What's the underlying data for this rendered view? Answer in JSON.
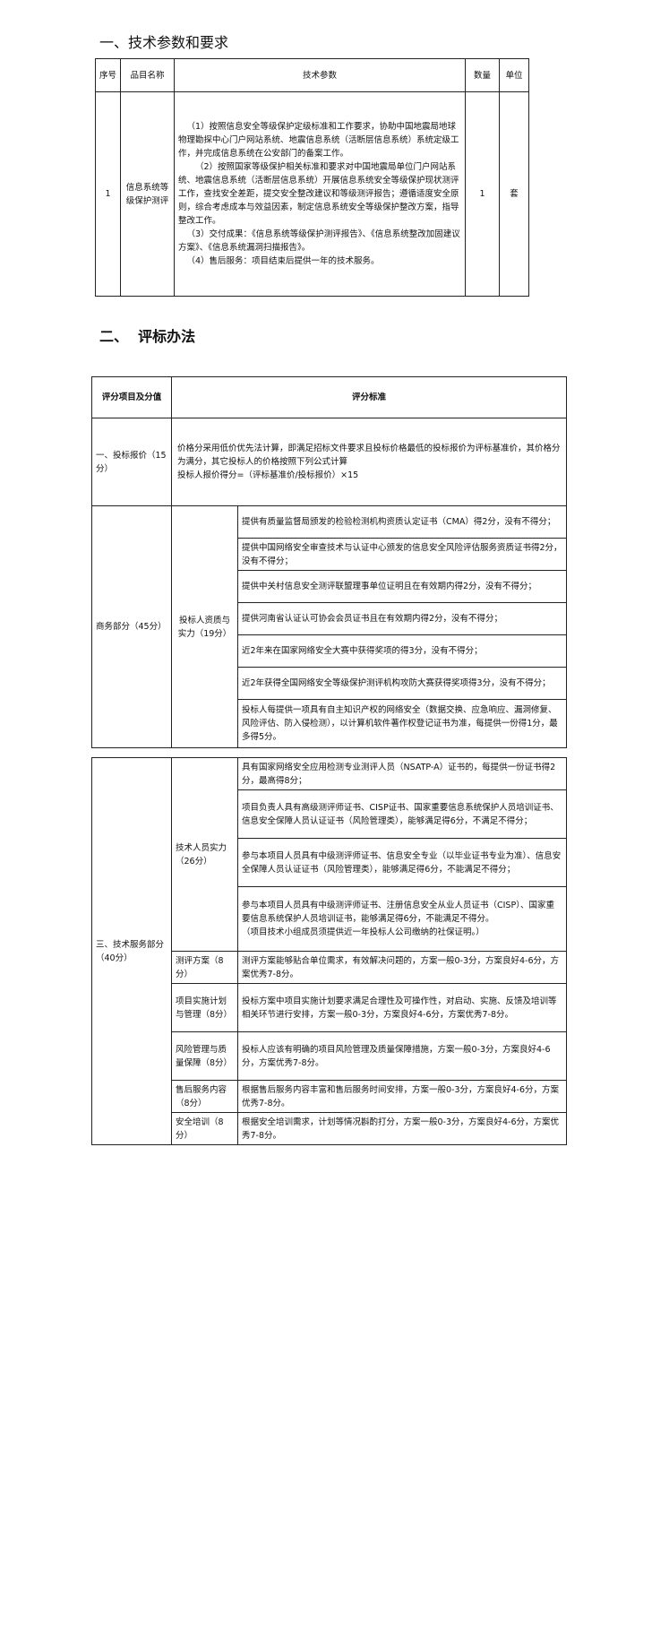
{
  "section1_title": "一、技术参数和要求",
  "table1": {
    "headers": {
      "no": "序号",
      "name": "品目名称",
      "params": "技术参数",
      "qty": "数量",
      "unit": "单位"
    },
    "row": {
      "no": "1",
      "name": "信息系统等级保护测评",
      "params": [
        "（1）按照信息安全等级保护定级标准和工作要求，协助中国地震局地球物理勘探中心门户网站系统、地震信息系统（活断层信息系统）系统定级工作，并完成信息系统在公安部门的备案工作。",
        "（2）按照国家等级保护相关标准和要求对中国地震局单位门户网站系统、地震信息系统（活断层信息系统）开展信息系统安全等级保护现状测评工作，查找安全差距，提交安全整改建议和等级测评报告；遵循适度安全原则，综合考虑成本与效益因素，制定信息系统安全等级保护整改方案，指导整改工作。",
        "（3）交付成果：《信息系统等级保护测评报告》、《信息系统整改加固建议方案》、《信息系统漏洞扫描报告》。",
        "（4）售后服务：项目结束后提供一年的技术服务。"
      ],
      "qty": "1",
      "unit": "套"
    }
  },
  "section2_title": "二、  评标办法",
  "table2": {
    "headers": {
      "item": "评分项目及分值",
      "standard": "评分标准"
    },
    "price": {
      "label": "一、投标报价（15分）",
      "lines": [
        "价格分采用低价优先法计算，即满足招标文件要求且投标价格最低的投标报价为评标基准价，其价格分为满分，其它投标人的价格按照下列公式计算",
        "投标人报价得分=（评标基准价/投标报价）×15"
      ]
    },
    "business": {
      "label": "商务部分（45分）",
      "sub_label": "投标人资质与实力（19分）",
      "criteria": [
        "提供有质量监督局颁发的检验检测机构资质认定证书（CMA）得2分，没有不得分；",
        "提供中国网络安全审查技术与认证中心颁发的信息安全风险评估服务资质证书得2分，没有不得分；",
        "提供中关村信息安全测评联盟理事单位证明且在有效期内得2分，没有不得分；",
        "提供河南省认证认可协会会员证书且在有效期内得2分，没有不得分；",
        "近2年来在国家网络安全大赛中获得奖项的得3分，没有不得分；",
        "近2年获得全国网络安全等级保护测评机构攻防大赛获得奖项得3分，没有不得分；",
        "投标人每提供一项具有自主知识产权的网络安全（数据交换、应急响应、漏洞修复、风险评估、防入侵检测），以计算机软件著作权登记证书为准，每提供一份得1分，最多得5分。"
      ]
    },
    "tech": {
      "label": "三、技术服务部分（40分）",
      "staff_label": "技术人员实力（26分）",
      "staff_criteria": [
        "具有国家网络安全应用检测专业测评人员（NSATP-A）证书的，每提供一份证书得2分，最高得8分；",
        "项目负责人具有高级测评师证书、CISP证书、国家重要信息系统保护人员培训证书、信息安全保障人员认证证书（风险管理类），能够满足得6分，不满足不得分；",
        "参与本项目人员具有中级测评师证书、信息安全专业（以毕业证书专业为准）、信息安全保障人员认证证书（风险管理类），能够满足得6分，不能满足不得分；",
        "参与本项目人员具有中级测评师证书、注册信息安全从业人员证书（CISP）、国家重要信息系统保护人员培训证书，能够满足得6分，不能满足不得分。",
        "（项目技术小组成员须提供近一年投标人公司缴纳的社保证明。）"
      ],
      "rows": [
        {
          "label": "测评方案（8分）",
          "text": "测评方案能够贴合单位需求，有效解决问题的，方案一般0-3分，方案良好4-6分，方案优秀7-8分。"
        },
        {
          "label": "项目实施计划与管理（8分）",
          "text": "投标方案中项目实施计划要求满足合理性及可操作性，对启动、实施、反馈及培训等相关环节进行安排，方案一般0-3分，方案良好4-6分，方案优秀7-8分。"
        },
        {
          "label": "风险管理与质量保障（8分）",
          "text": "投标人应该有明确的项目风险管理及质量保障措施，方案一般0-3分，方案良好4-6分，方案优秀7-8分。"
        },
        {
          "label": "售后服务内容（8分）",
          "text": "根据售后服务内容丰富和售后服务时间安排，方案一般0-3分，方案良好4-6分，方案优秀7-8分。"
        },
        {
          "label": "安全培训（8分）",
          "text": "根据安全培训需求，计划等情况斟酌打分，方案一般0-3分，方案良好4-6分，方案优秀7-8分。"
        }
      ]
    }
  }
}
